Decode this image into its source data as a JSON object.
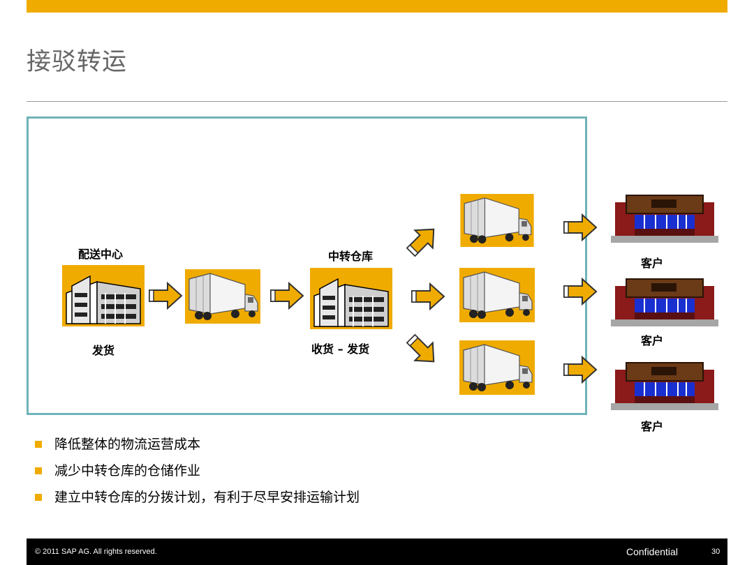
{
  "slide": {
    "title": "接驳转运",
    "accent_color": "#f0ab00",
    "frame_color": "#6fb3b8"
  },
  "diagram": {
    "distribution_center": {
      "label": "配送中心",
      "action": "发货"
    },
    "transfer_warehouse": {
      "label": "中转仓库",
      "action": "收货 – 发货"
    },
    "customers": [
      "客户",
      "客户",
      "客户"
    ],
    "icons": [
      "warehouse-icon",
      "truck-icon",
      "arrow-icon",
      "store-icon"
    ]
  },
  "bullets": [
    "降低整体的物流运营成本",
    "减少中转仓库的仓储作业",
    "建立中转仓库的分拨计划，有利于尽早安排运输计划"
  ],
  "footer": {
    "copyright": "© 2011 SAP AG. All rights reserved.",
    "confidential": "Confidential",
    "page": "30"
  }
}
